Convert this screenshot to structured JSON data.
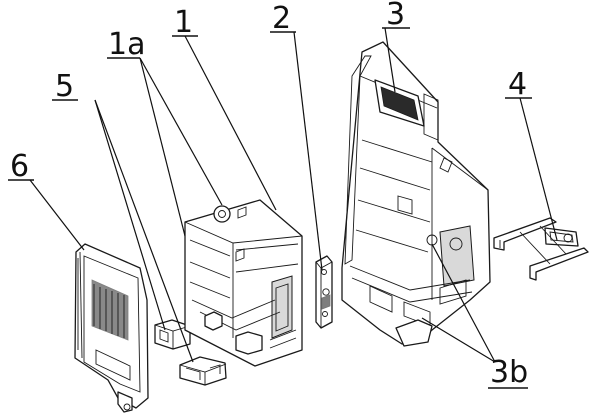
{
  "labels": {
    "l1": "1",
    "l1a": "1a",
    "l2": "2",
    "l3": "3",
    "l3b": "3b",
    "l4": "4",
    "l5": "5",
    "l6": "6"
  }
}
